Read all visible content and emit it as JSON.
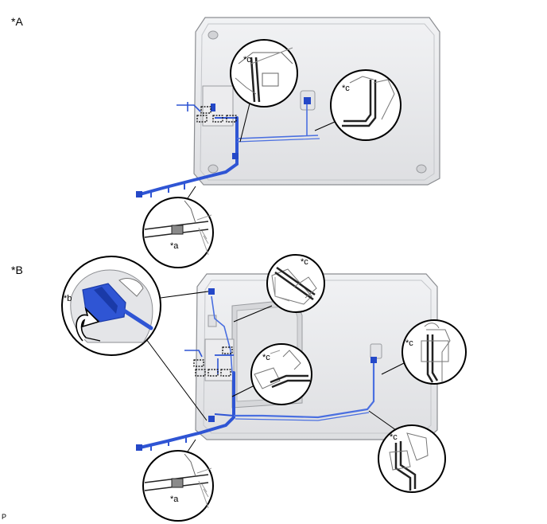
{
  "labels": {
    "view_a": "*A",
    "view_b": "*B",
    "callout_a": "*a",
    "callout_b": "*b",
    "callout_c": "*c",
    "footer": "P"
  },
  "colors": {
    "headliner": "#e9eaec",
    "headliner_edge": "#8c8e92",
    "harness": "#2f55d4",
    "harness_dark": "#1a3aa8",
    "clip": "#2448c8",
    "tape": "#8a8a8a"
  }
}
